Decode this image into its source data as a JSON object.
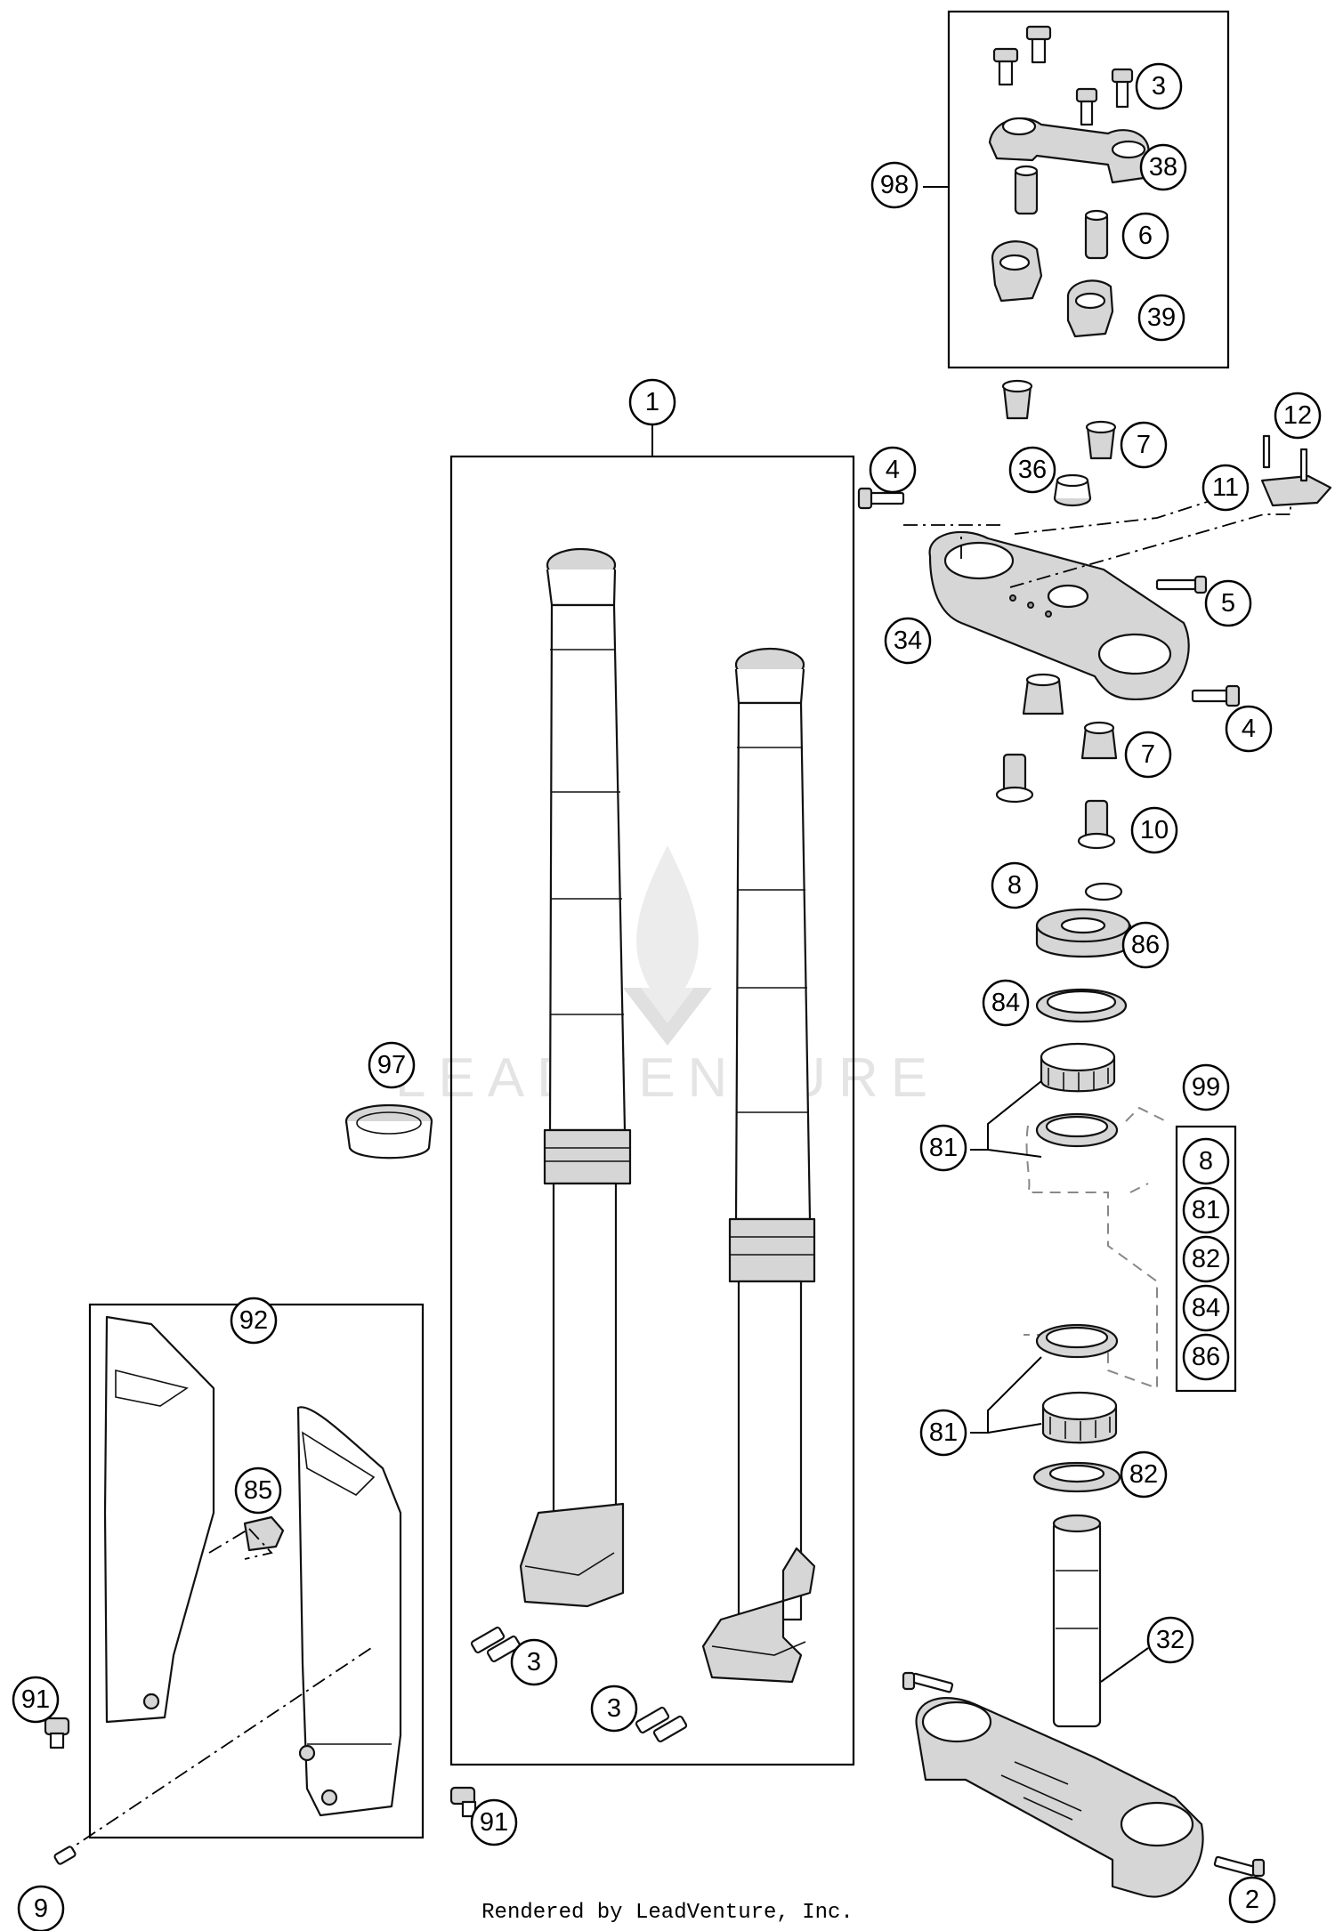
{
  "watermark": {
    "text": "LEADVENTURE"
  },
  "footer": {
    "text": "Rendered by LeadVenture, Inc."
  },
  "callouts": [
    {
      "id": "c-1",
      "label": "1"
    },
    {
      "id": "c-2",
      "label": "2"
    },
    {
      "id": "c-3a",
      "label": "3"
    },
    {
      "id": "c-3b",
      "label": "3"
    },
    {
      "id": "c-3c",
      "label": "3"
    },
    {
      "id": "c-4a",
      "label": "4"
    },
    {
      "id": "c-4b",
      "label": "4"
    },
    {
      "id": "c-5",
      "label": "5"
    },
    {
      "id": "c-6",
      "label": "6"
    },
    {
      "id": "c-7a",
      "label": "7"
    },
    {
      "id": "c-7b",
      "label": "7"
    },
    {
      "id": "c-8",
      "label": "8"
    },
    {
      "id": "c-9",
      "label": "9"
    },
    {
      "id": "c-10",
      "label": "10"
    },
    {
      "id": "c-11",
      "label": "11"
    },
    {
      "id": "c-12",
      "label": "12"
    },
    {
      "id": "c-32",
      "label": "32"
    },
    {
      "id": "c-34",
      "label": "34"
    },
    {
      "id": "c-36",
      "label": "36"
    },
    {
      "id": "c-38",
      "label": "38"
    },
    {
      "id": "c-39",
      "label": "39"
    },
    {
      "id": "c-81a",
      "label": "81"
    },
    {
      "id": "c-81b",
      "label": "81"
    },
    {
      "id": "c-82",
      "label": "82"
    },
    {
      "id": "c-84",
      "label": "84"
    },
    {
      "id": "c-85",
      "label": "85"
    },
    {
      "id": "c-86",
      "label": "86"
    },
    {
      "id": "c-91a",
      "label": "91"
    },
    {
      "id": "c-91b",
      "label": "91"
    },
    {
      "id": "c-92",
      "label": "92"
    },
    {
      "id": "c-97",
      "label": "97"
    },
    {
      "id": "c-98",
      "label": "98"
    },
    {
      "id": "c-99",
      "label": "99"
    }
  ],
  "kit_99_items": [
    "8",
    "81",
    "82",
    "84",
    "86"
  ]
}
